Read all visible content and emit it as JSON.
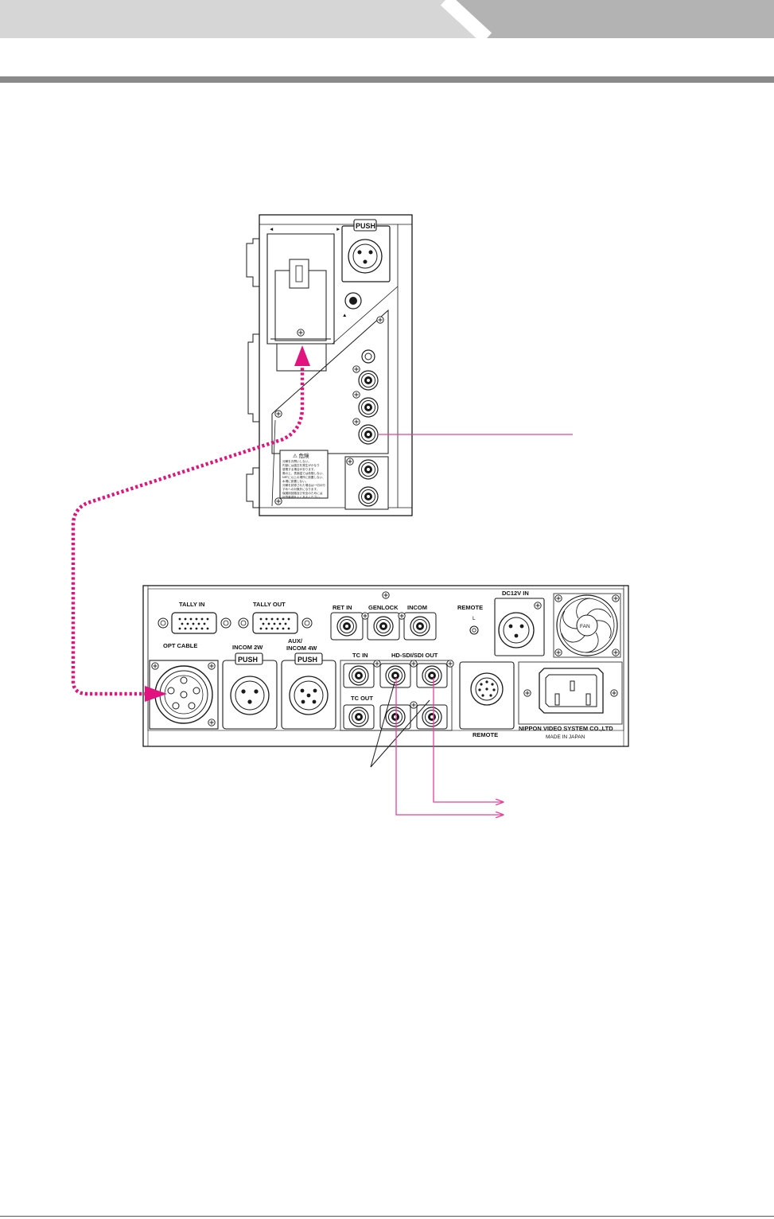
{
  "camera_unit": {
    "push_label": "PUSH",
    "warning_title": "⚠ 危険",
    "warning_lines": [
      "分解をお問いしない。",
      "内部には高圧を発生がかなり",
      "感電する場合があります。",
      "廃の上、表面温では危険しない、",
      "NRTに以上の場所に設置しない、",
      "水場に設置しない。",
      "分解を試修された場合は一切の行",
      "すめへの対象外になります。",
      "保護用回路及び安全のためには",
      "計算事項をよくあるください。"
    ]
  },
  "base_unit": {
    "labels": {
      "tally_in": "TALLY IN",
      "tally_out": "TALLY OUT",
      "opt_cable": "OPT CABLE",
      "incom_2w": "INCOM 2W",
      "aux_line1": "AUX/",
      "aux_line2": "INCOM 4W",
      "ret_in": "RET IN",
      "genlock": "GENLOCK",
      "incom": "INCOM",
      "remote_top": "REMOTE",
      "remote_l": "L",
      "dc12v_in": "DC12V IN",
      "fan": "FAN",
      "tc_in": "TC IN",
      "hd_sdi_out": "HD-SDI/SDI OUT",
      "tc_out": "TC OUT",
      "remote_bottom": "REMOTE",
      "maker": "NIPPON VIDEO SYSTEM CO.,LTD",
      "made_in": "MADE IN JAPAN"
    },
    "push_label": "PUSH"
  },
  "colors": {
    "cable": "#e0137f",
    "arrow_line": "#e8409a",
    "header_light": "#d6d6d6",
    "header_dark": "#b3b3b3",
    "rule": "#8a8a8a",
    "stroke": "#1a1a1a"
  }
}
